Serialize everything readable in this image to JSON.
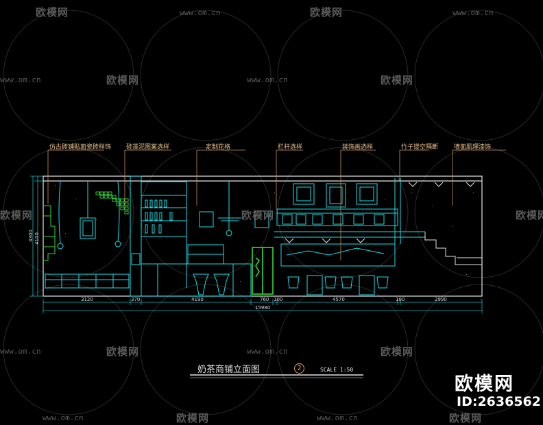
{
  "watermarks": {
    "logo_text": "欧模网",
    "url_text": "www.om.cn"
  },
  "annotations": [
    "仿古砖铺贴面瓷砖样饰",
    "硅藻泥图案选样",
    "定制花格",
    "栏杆选样",
    "装饰画选样",
    "竹子镂空隔断",
    "墙面肌理漆饰"
  ],
  "dimensions": {
    "bottom": [
      "3120",
      "370",
      "4190",
      "760",
      "100",
      "4570",
      "100",
      "2990"
    ],
    "total": "15980",
    "left_outer": "4300",
    "left_inner": "4100"
  },
  "title_block": {
    "title": "奶茶商铺立面图",
    "number": "2",
    "scale": "SCALE 1:50"
  },
  "brand": {
    "name": "欧模网",
    "id": "ID:2636562"
  },
  "colors": {
    "background": "#000000",
    "cyan": "#19e0e8",
    "white": "#e6e6e6",
    "green": "#33dd33",
    "annotation": "#e8c090"
  }
}
